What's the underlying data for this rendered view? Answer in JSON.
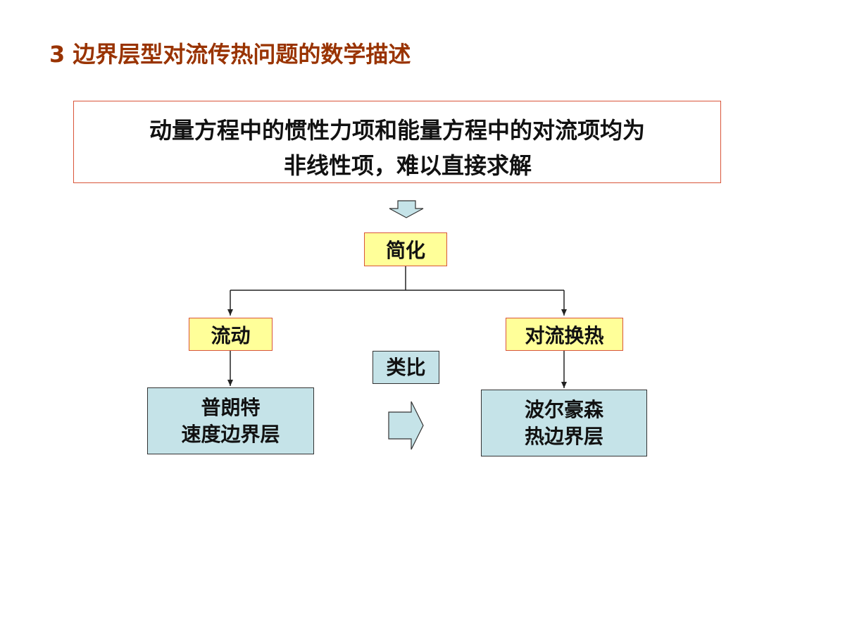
{
  "title": "3 边界层型对流传热问题的数学描述",
  "statement": {
    "line1": "动量方程中的惯性力项和能量方程中的对流项均为",
    "line2": "非线性项，难以直接求解"
  },
  "nodes": {
    "simplify": "简化",
    "flow": "流动",
    "convection": "对流换热",
    "analogy": "类比",
    "prandtl": {
      "line1": "普朗特",
      "line2": "速度边界层"
    },
    "pohlhausen": {
      "line1": "波尔豪森",
      "line2": "热边界层"
    }
  },
  "colors": {
    "title": "#993300",
    "highlight_fill": "#ffff99",
    "highlight_border": "#d9553a",
    "concept_fill": "#c5e3e8"
  }
}
